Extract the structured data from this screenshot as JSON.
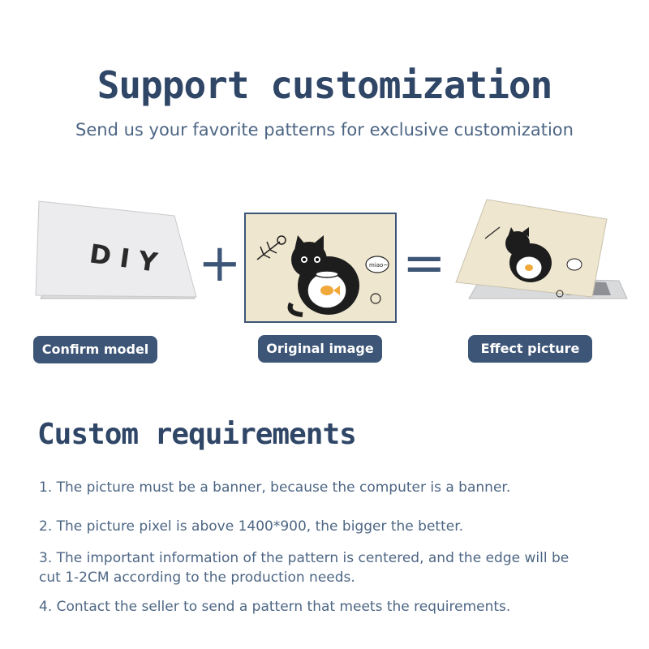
{
  "header": {
    "title": "Support customization",
    "subtitle": "Send us your favorite patterns for exclusive customization"
  },
  "steps": {
    "left_label": "Confirm model",
    "middle_label": "Original image",
    "right_label": "Effect picture",
    "diy_text": "D I Y",
    "plus": "+",
    "equals": "=",
    "speech_text": "miao~"
  },
  "requirements": {
    "heading": "Custom requirements",
    "items": [
      "1. The picture must be a banner, because the computer is a banner.",
      "2. The picture pixel is above 1400*900, the bigger the better.",
      "3. The important information of the pattern is centered, and the edge will be cut 1-2CM according to the production needs.",
      "4. Contact the seller to send a pattern that meets the requirements."
    ]
  },
  "colors": {
    "accent": "#3d5577",
    "title": "#2f4667",
    "cream": "#efe6cf"
  }
}
